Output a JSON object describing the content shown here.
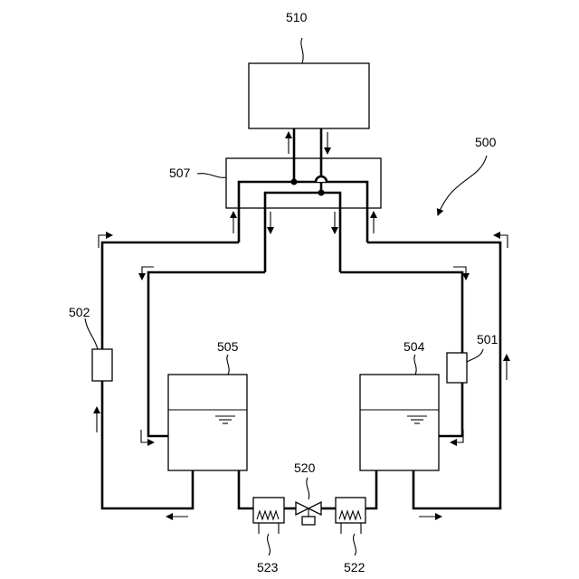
{
  "labels": {
    "system": "500",
    "controller": "510",
    "manifold": "507",
    "sensor_left": "502",
    "sensor_right": "501",
    "tank_left": "505",
    "tank_right": "504",
    "valve": "520",
    "heat_exchanger_left": "523",
    "heat_exchanger_right": "522"
  }
}
